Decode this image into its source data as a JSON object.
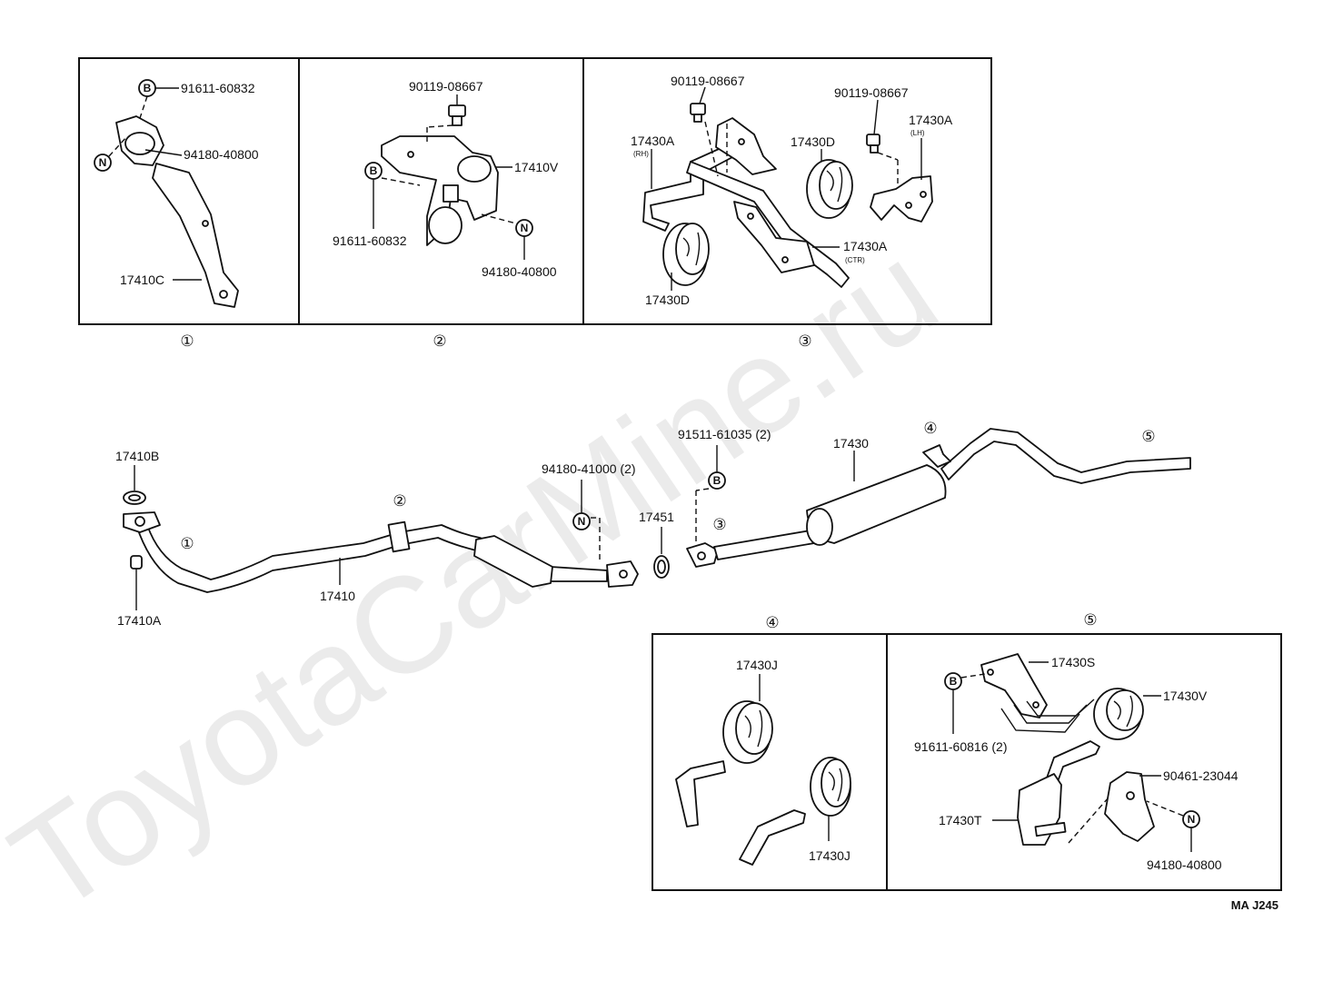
{
  "watermark": "ToyotaCarMine.ru",
  "diagram_code": "MA J245",
  "badges": {
    "bolt": "B",
    "nut": "N"
  },
  "panels": {
    "p1": {
      "number": "①",
      "parts": {
        "bolt": "91611-60832",
        "nut": "94180-40800",
        "bracket": "17410C"
      }
    },
    "p2": {
      "number": "②",
      "parts": {
        "top_bolt": "90119-08667",
        "clamp": "17410V",
        "left_bolt": "91611-60832",
        "right_nut": "94180-40800"
      }
    },
    "p3": {
      "number": "③",
      "parts": {
        "bolt_a": "90119-08667",
        "bolt_b": "90119-08667",
        "hanger_rh": "17430A",
        "hanger_rh_note": "(RH)",
        "hanger_lh": "17430A",
        "hanger_lh_note": "(LH)",
        "hanger_ctr": "17430A",
        "hanger_ctr_note": "(CTR)",
        "cushion_top": "17430D",
        "cushion_bottom": "17430D"
      }
    },
    "p4": {
      "number": "④",
      "parts": {
        "cushion_top": "17430J",
        "cushion_bottom": "17430J"
      }
    },
    "p5": {
      "number": "⑤",
      "parts": {
        "bracket_s": "17430S",
        "bolt": "91611-60816 (2)",
        "cushion_v": "17430V",
        "clip": "90461-23044",
        "bracket_t": "17430T",
        "nut": "94180-40800"
      }
    }
  },
  "main": {
    "markers": {
      "m1": "①",
      "m2": "②",
      "m3": "③",
      "m4": "④",
      "m5": "⑤"
    },
    "parts": {
      "gasket": "17410B",
      "stud": "17410A",
      "front_pipe": "17410",
      "nut": "94180-41000 (2)",
      "bolt": "91511-61035 (2)",
      "center_gasket": "17451",
      "tail_pipe": "17430"
    }
  }
}
